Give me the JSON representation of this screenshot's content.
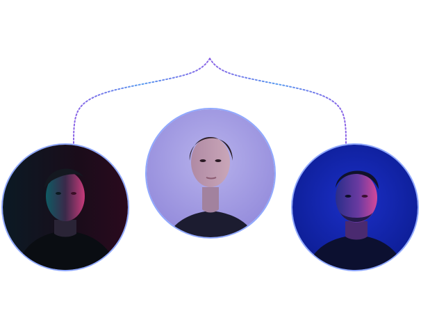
{
  "diagram": {
    "type": "org-tree",
    "nodes": [
      {
        "id": "center",
        "role": "parent-portrait",
        "lighting": "lavender"
      },
      {
        "id": "left",
        "role": "child-portrait",
        "lighting": "teal-magenta"
      },
      {
        "id": "right",
        "role": "child-portrait",
        "lighting": "blue-magenta"
      }
    ],
    "colors": {
      "connector_start": "#3fb5ff",
      "connector_end": "#8a63e6",
      "ring": "#8fa8ff"
    }
  }
}
